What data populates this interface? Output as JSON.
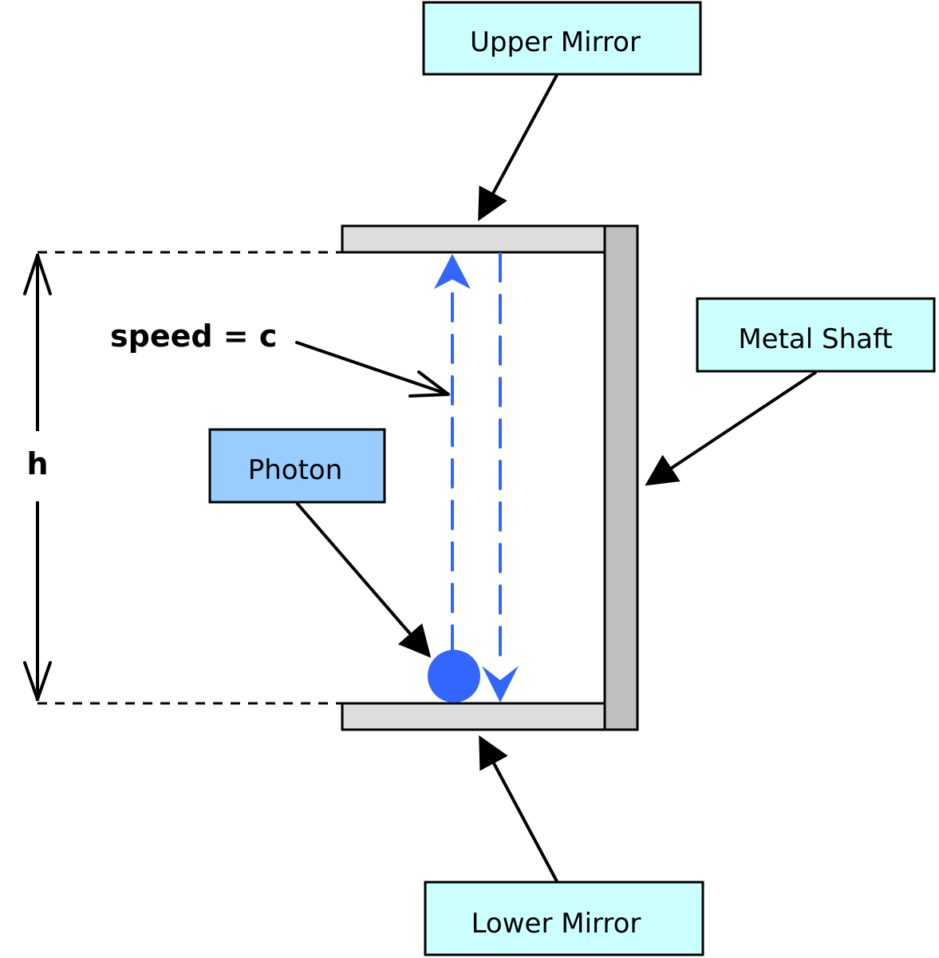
{
  "colors": {
    "label_fill": "#ccffff",
    "photon_label_fill": "#99ccff",
    "mirror_fill": "#dddddd",
    "shaft_fill": "#bfbfbf",
    "photon_color": "#3366ff",
    "stroke": "#000000"
  },
  "labels": {
    "upper_mirror": "Upper Mirror",
    "lower_mirror": "Lower Mirror",
    "metal_shaft": "Metal Shaft",
    "photon": "Photon",
    "speed": "speed = c",
    "height": "h"
  },
  "icons": {
    "photon": "filled-circle",
    "upward_path": "dashed-arrow-up",
    "downward_path": "dashed-arrow-down",
    "height_dimension": "double-headed-arrow"
  }
}
